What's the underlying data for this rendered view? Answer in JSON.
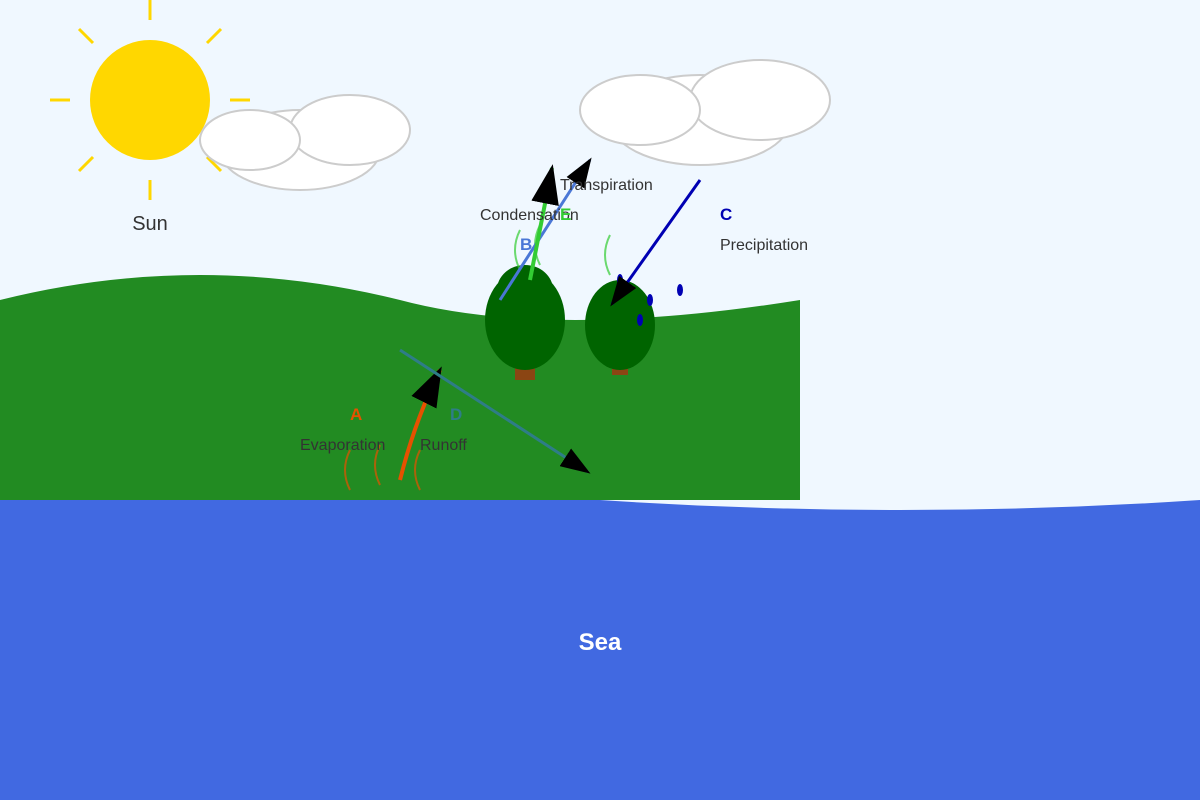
{
  "sun": {
    "label": "Sun"
  },
  "sea": {
    "label": "Sea"
  },
  "processes": [
    {
      "letter": "A",
      "name": "Evaporation",
      "color": "#e65100"
    },
    {
      "letter": "B",
      "name": "Condensation",
      "color": "#4a77d6"
    },
    {
      "letter": "C",
      "name": "Precipitation",
      "color": "#0000b3"
    },
    {
      "letter": "D",
      "name": "Runoff",
      "color": "#2e7d87"
    },
    {
      "letter": "E",
      "name": "Transpiration",
      "color": "#33cc33"
    }
  ],
  "colors": {
    "sky": "#f0f8ff",
    "sun": "#ffd700",
    "cloud": "#ffffff",
    "cloud_outline": "#cccccc",
    "land": "#228b22",
    "tree_canopy": "#006400",
    "tree_trunk": "#8b4513",
    "sea": "#4169e1",
    "rain": "#0000b3",
    "label_text": "#333333"
  }
}
